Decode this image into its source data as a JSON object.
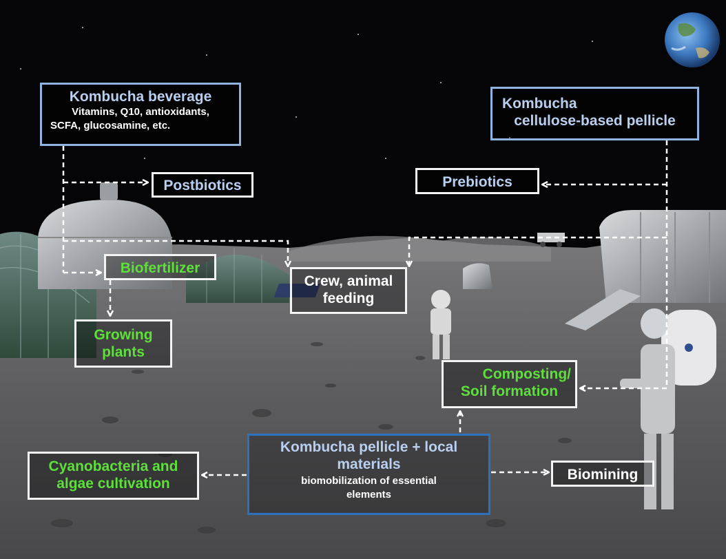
{
  "boxes": {
    "kombucha_beverage": {
      "title": "Kombucha beverage",
      "line1": "Vitamins, Q10, antioxidants,",
      "line2": "SCFA, glucosamine, etc."
    },
    "kombucha_pellicle": {
      "line1": "Kombucha",
      "line2": "cellulose-based pellicle"
    },
    "postbiotics": "Postbiotics",
    "prebiotics": "Prebiotics",
    "biofertilizer": "Biofertilizer",
    "growing_plants": {
      "line1": "Growing",
      "line2": "plants"
    },
    "crew_feeding": {
      "line1": "Crew, animal",
      "line2": "feeding"
    },
    "composting": {
      "line1": "Composting/",
      "line2": "Soil formation"
    },
    "kombucha_local": {
      "line1": "Kombucha pellicle + local",
      "line2": "materials",
      "line3": "biomobilization of essential",
      "line4": "elements"
    },
    "cyanobacteria": {
      "line1": "Cyanobacteria and",
      "line2": "algae cultivation"
    },
    "biomining": "Biomining"
  },
  "colors": {
    "sky": "#050507",
    "regolith": "#5a5a5c",
    "box_blue_border": "#8fb4e0",
    "box_center_border": "#2f6fbf",
    "text_blue": "#b9cff0",
    "text_green": "#5ee03a",
    "arrow": "#ffffff"
  },
  "background": {
    "elements": [
      "earth-icon",
      "habitat-dome-icon",
      "greenhouse-icon",
      "habitat-module-icon",
      "astronaut-icon",
      "rover-icon"
    ]
  }
}
